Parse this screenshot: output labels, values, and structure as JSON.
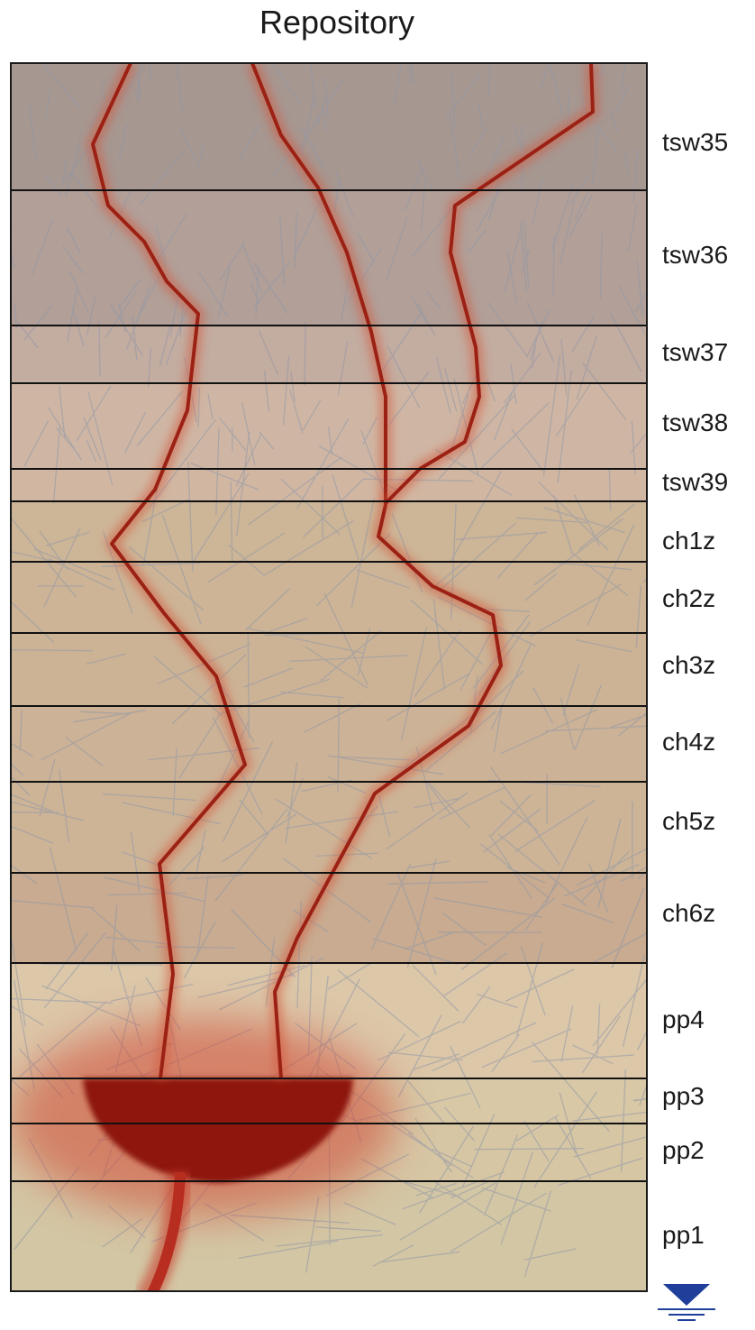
{
  "title": "Repository",
  "units": [
    {
      "name": "tsw35",
      "color": "#a69791"
    },
    {
      "name": "tsw36",
      "color": "#b19f98"
    },
    {
      "name": "tsw37",
      "color": "#c3aca0"
    },
    {
      "name": "tsw38",
      "color": "#cfb6a4"
    },
    {
      "name": "tsw39",
      "color": "#d1b7a2"
    },
    {
      "name": "ch1z",
      "color": "#cdb597"
    },
    {
      "name": "ch2z",
      "color": "#cdb496"
    },
    {
      "name": "ch3z",
      "color": "#ccb396"
    },
    {
      "name": "ch4z",
      "color": "#ccb296"
    },
    {
      "name": "ch5z",
      "color": "#cdb497"
    },
    {
      "name": "ch6z",
      "color": "#c8ab90"
    },
    {
      "name": "pp4",
      "color": "#dcc7a9"
    },
    {
      "name": "pp3",
      "color": "#d8c8a6"
    },
    {
      "name": "pp2",
      "color": "#d6c6a4"
    },
    {
      "name": "pp1",
      "color": "#d3c6a4"
    }
  ],
  "colors": {
    "flow_path": "#9b2114",
    "flow_halo": "#d4593d",
    "plume_core": "#8e140f",
    "boundary_line": "#111111",
    "fracture": "#8f98a8",
    "water_table": "#1f3f9a"
  },
  "icons": {
    "water_table": "water-table-icon"
  }
}
